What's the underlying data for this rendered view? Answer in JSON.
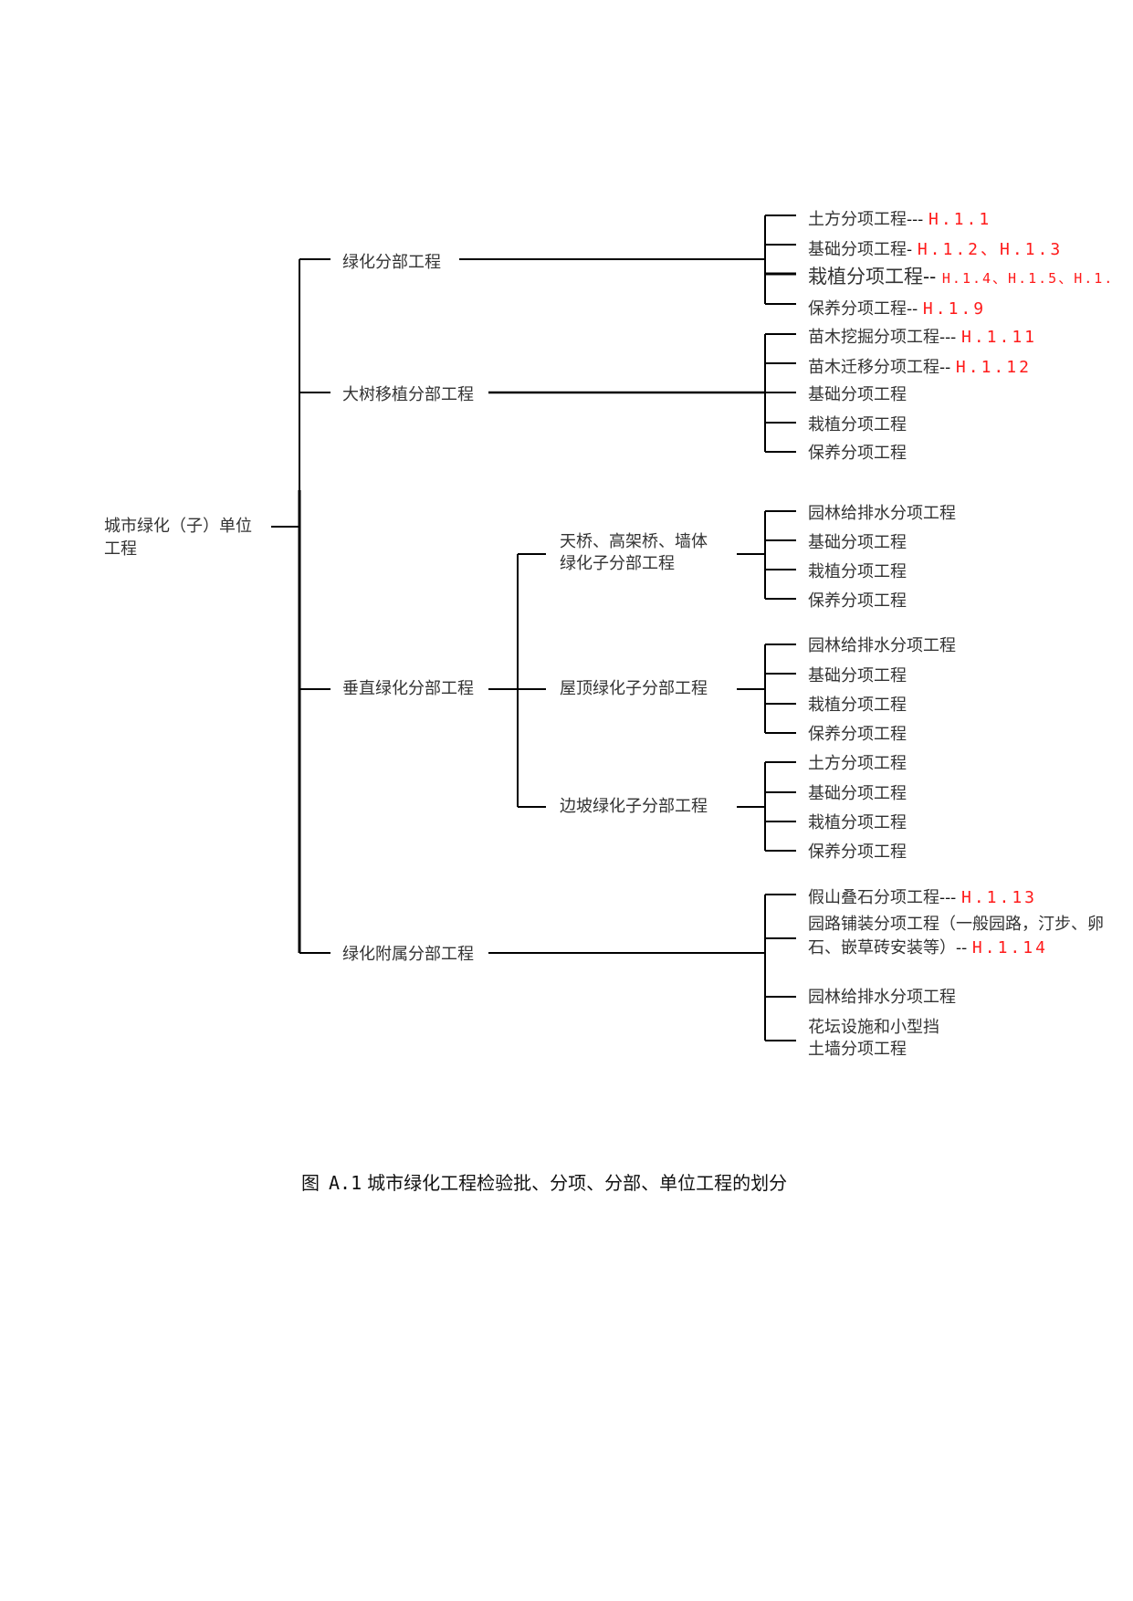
{
  "root": {
    "line1": "城市绿化（子）单位",
    "line2": "工程"
  },
  "branches": {
    "greening": "绿化分部工程",
    "big_tree": "大树移植分部工程",
    "vertical": "垂直绿化分部工程",
    "ancillary": "绿化附属分部工程"
  },
  "sub_branches": {
    "bridge_line1": "天桥、高架桥、墙体",
    "bridge_line2": "绿化子分部工程",
    "roof": "屋顶绿化子分部工程",
    "slope": "边坡绿化子分部工程"
  },
  "greening_items": {
    "earthwork": {
      "label": "土方分项工程",
      "dash": "---",
      "ref": "H.1.1"
    },
    "foundation": {
      "label": "基础分项工程",
      "dash": "-",
      "ref": "H.1.2、H.1.3"
    },
    "planting": {
      "label": "栽植分项工程",
      "dash": "--",
      "ref": "H.1.4、H.1.5、H.1."
    },
    "maintenance": {
      "label": "保养分项工程",
      "dash": "--",
      "ref": "H.1.9"
    }
  },
  "big_tree_items": {
    "digging": {
      "label": "苗木挖掘分项工程",
      "dash": "---",
      "ref": "H.1.11"
    },
    "moving": {
      "label": "苗木迁移分项工程",
      "dash": "--",
      "ref": "H.1.12"
    },
    "foundation": "基础分项工程",
    "planting": "栽植分项工程",
    "maintenance": "保养分项工程"
  },
  "bridge_items": [
    "园林给排水分项工程",
    "基础分项工程",
    "栽植分项工程",
    "保养分项工程"
  ],
  "roof_items": [
    "园林给排水分项工程",
    "基础分项工程",
    "栽植分项工程",
    "保养分项工程"
  ],
  "slope_items": [
    "土方分项工程",
    "基础分项工程",
    "栽植分项工程",
    "保养分项工程"
  ],
  "ancillary_items": {
    "rockery": {
      "label": "假山叠石分项工程",
      "dash": "---",
      "ref": "H.1.13"
    },
    "paving": {
      "line1": "园路铺装分项工程（一般园路，汀步、卵",
      "line2": "石、嵌草砖安装等）",
      "dash": "--",
      "ref": "H.1.14"
    },
    "drainage": "园林给排水分项工程",
    "flowerbed": {
      "line1": "花坛设施和小型挡",
      "line2": "土墙分项工程"
    }
  },
  "caption": {
    "prefix": "图",
    "figure_no": "A.1",
    "text": "城市绿化工程检验批、分项、分部、单位工程的划分"
  }
}
